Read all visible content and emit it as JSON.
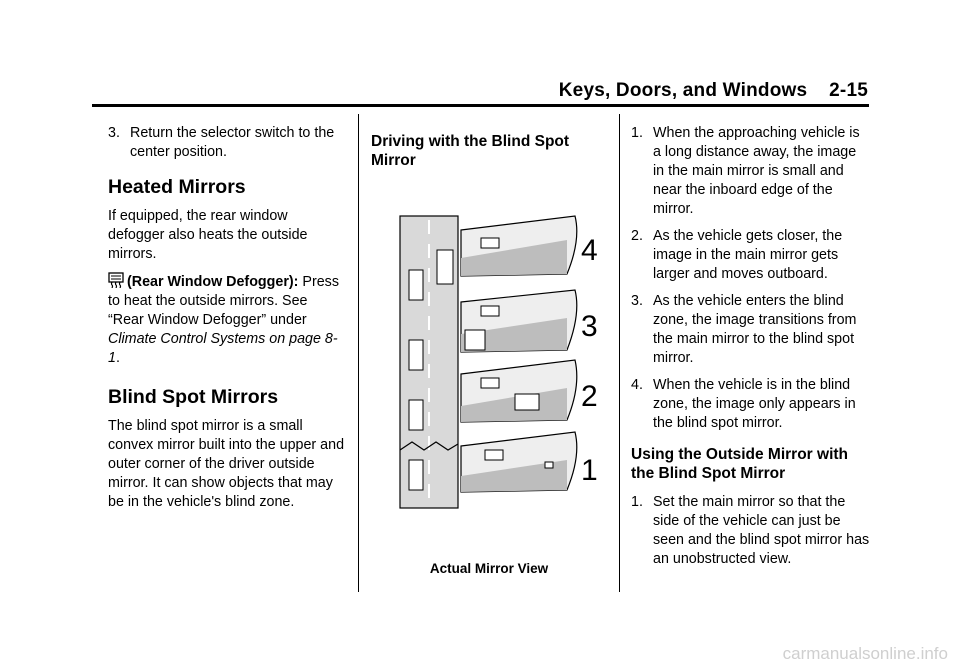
{
  "header": {
    "title": "Keys, Doors, and Windows    2-15"
  },
  "col1": {
    "step3_num": "3.",
    "step3_text": "Return the selector switch to the center position.",
    "heated_heading": "Heated Mirrors",
    "heated_body": "If equipped, the rear window defogger also heats the outside mirrors.",
    "defog_label": "(Rear Window Defogger):",
    "defog_body1": "Press to heat the outside mirrors. See “Rear Window Defogger” under",
    "defog_link": "Climate Control Systems on page 8-1",
    "defog_end": ".",
    "blind_heading": "Blind Spot Mirrors",
    "blind_body": "The blind spot mirror is a small convex mirror built into the upper and outer corner of the driver outside mirror. It can show objects that may be in the vehicle's blind zone."
  },
  "col2": {
    "heading": "Driving with the Blind Spot Mirror",
    "figure_labels": [
      "4",
      "3",
      "2",
      "1"
    ],
    "caption": "Actual Mirror View"
  },
  "col3": {
    "steps_a": [
      {
        "num": "1.",
        "text": "When the approaching vehicle is a long distance away, the image in the main mirror is small and near the inboard edge of the mirror."
      },
      {
        "num": "2.",
        "text": "As the vehicle gets closer, the image in the main mirror gets larger and moves outboard."
      },
      {
        "num": "3.",
        "text": "As the vehicle enters the blind zone, the image transitions from the main mirror to the blind spot mirror."
      },
      {
        "num": "4.",
        "text": "When the vehicle is in the blind zone, the image only appears in the blind spot mirror."
      }
    ],
    "heading": "Using the Outside Mirror with the Blind Spot Mirror",
    "steps_b": [
      {
        "num": "1.",
        "text": "Set the main mirror so that the side of the vehicle can just be seen and the blind spot mirror has an unobstructed view."
      }
    ]
  },
  "watermark": "carmanualsonline.info"
}
